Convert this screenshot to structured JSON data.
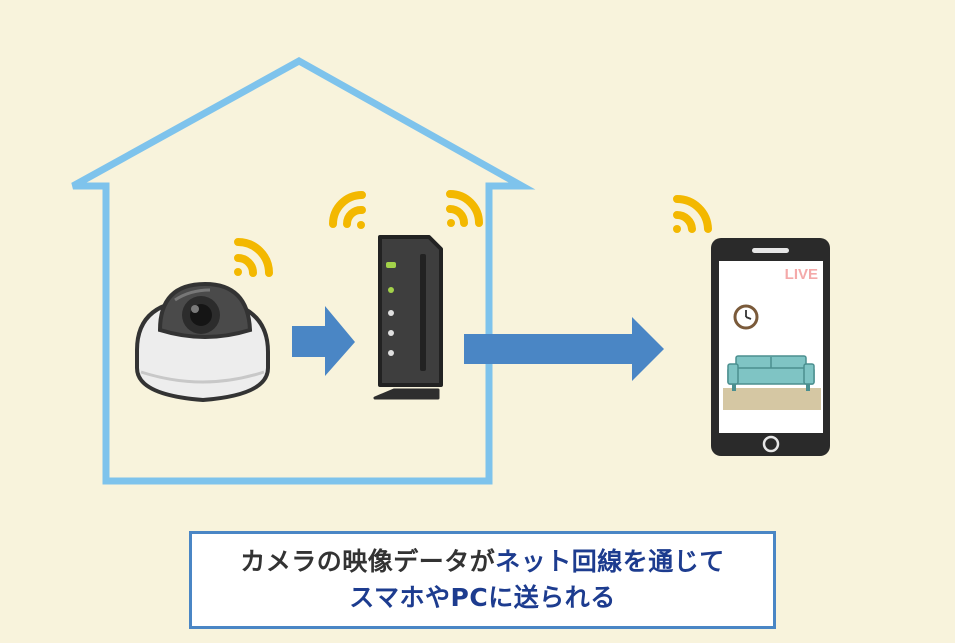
{
  "colors": {
    "background": "#f8f3dc",
    "house_outline": "#7ec3ec",
    "arrow": "#4a86c5",
    "signal": "#f3b800",
    "device_dark": "#3a3a3a",
    "caption_border": "#4a86c5",
    "caption_highlight": "#1d3c8f",
    "live_text": "#f4a9a9",
    "sofa": "#7fc4c4",
    "floor": "#d5c7a3"
  },
  "icons": [
    "house-outline",
    "dome-camera-icon",
    "wifi-router-icon",
    "smartphone-icon",
    "wifi-signal-icon",
    "arrow-right-icon",
    "clock-icon",
    "sofa-icon"
  ],
  "phone_screen": {
    "badge": "LIVE"
  },
  "caption": {
    "line1_part1": "カメラの映像データが",
    "line1_part2": "ネット回線を通じて",
    "line2": "スマホやPCに送られる"
  }
}
